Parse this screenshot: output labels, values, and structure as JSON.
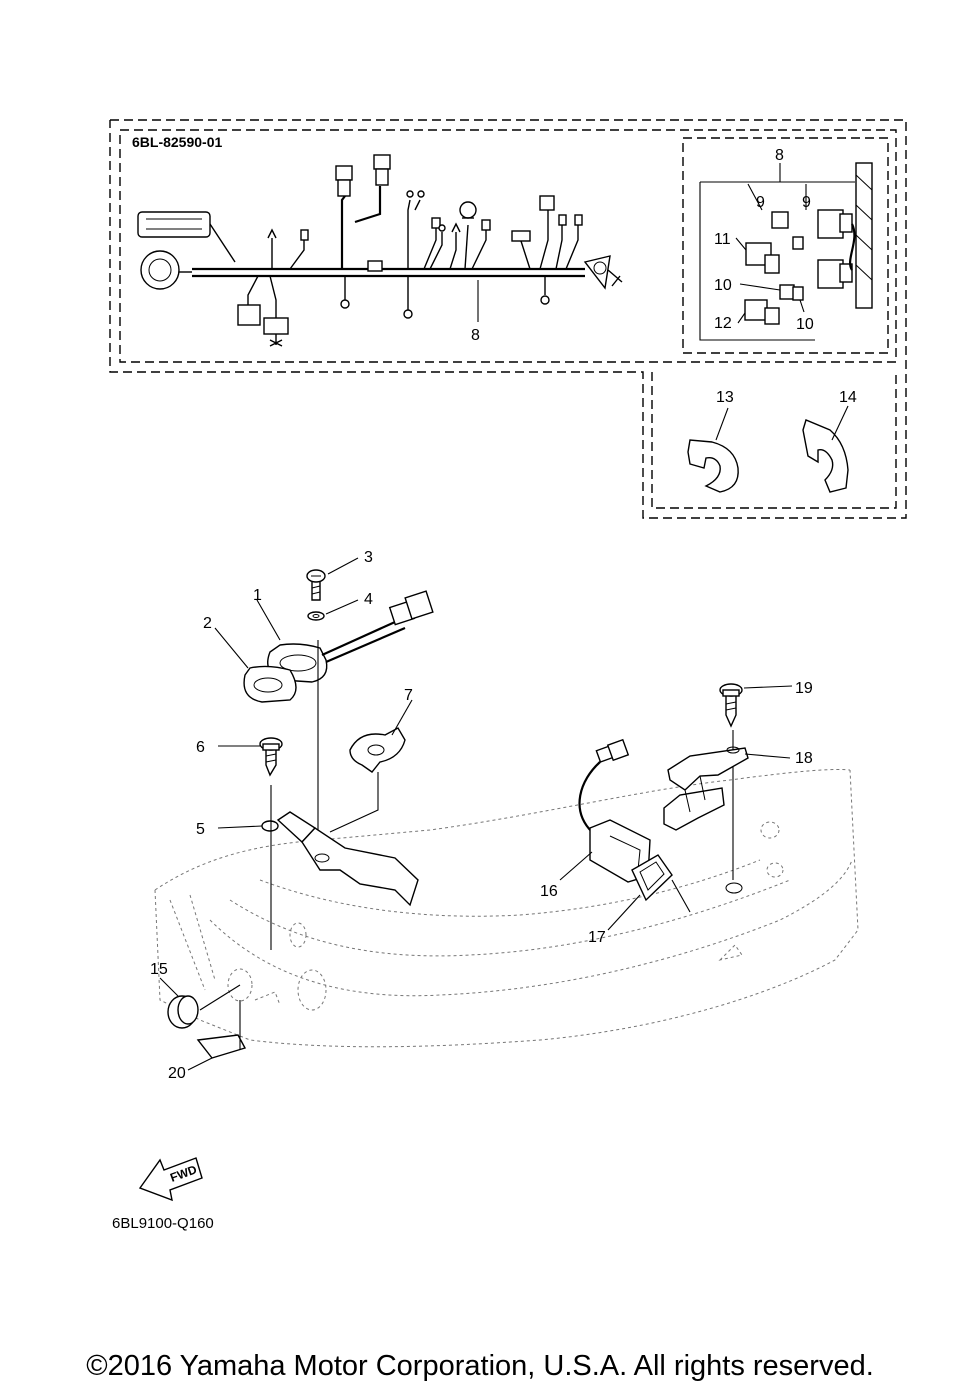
{
  "diagram": {
    "kit_part_number": "6BL-82590-01",
    "diagram_code": "6BL9100-Q160",
    "fwd_label": "FWD",
    "callouts": {
      "c1": "1",
      "c2": "2",
      "c3": "3",
      "c4": "4",
      "c5": "5",
      "c6": "6",
      "c7": "7",
      "c8a": "8",
      "c8b": "8",
      "c9a": "9",
      "c9b": "9",
      "c10a": "10",
      "c10b": "10",
      "c11": "11",
      "c12": "12",
      "c13": "13",
      "c14": "14",
      "c15": "15",
      "c16": "16",
      "c17": "17",
      "c18": "18",
      "c19": "19",
      "c20": "20"
    }
  },
  "footer": {
    "copyright": "©2016 Yamaha Motor Corporation, U.S.A. All rights reserved."
  }
}
